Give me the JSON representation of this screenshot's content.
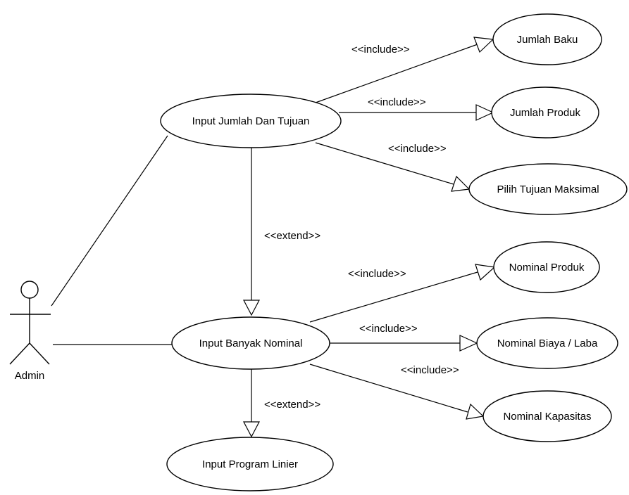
{
  "actor": {
    "name": "Admin"
  },
  "use_cases": {
    "input_jumlah_dan_tujuan": "Input Jumlah Dan Tujuan",
    "jumlah_baku": "Jumlah Baku",
    "jumlah_produk": "Jumlah Produk",
    "pilih_tujuan_maksimal": "Pilih Tujuan Maksimal",
    "input_banyak_nominal": "Input Banyak Nominal",
    "nominal_produk": "Nominal Produk",
    "nominal_biaya_laba": "Nominal Biaya / Laba",
    "nominal_kapasitas": "Nominal Kapasitas",
    "input_program_linier": "Input Program Linier"
  },
  "relations": {
    "include_1": "<<include>>",
    "include_2": "<<include>>",
    "include_3": "<<include>>",
    "extend_1": "<<extend>>",
    "include_4": "<<include>>",
    "include_5": "<<include>>",
    "include_6": "<<include>>",
    "extend_2": "<<extend>>"
  }
}
